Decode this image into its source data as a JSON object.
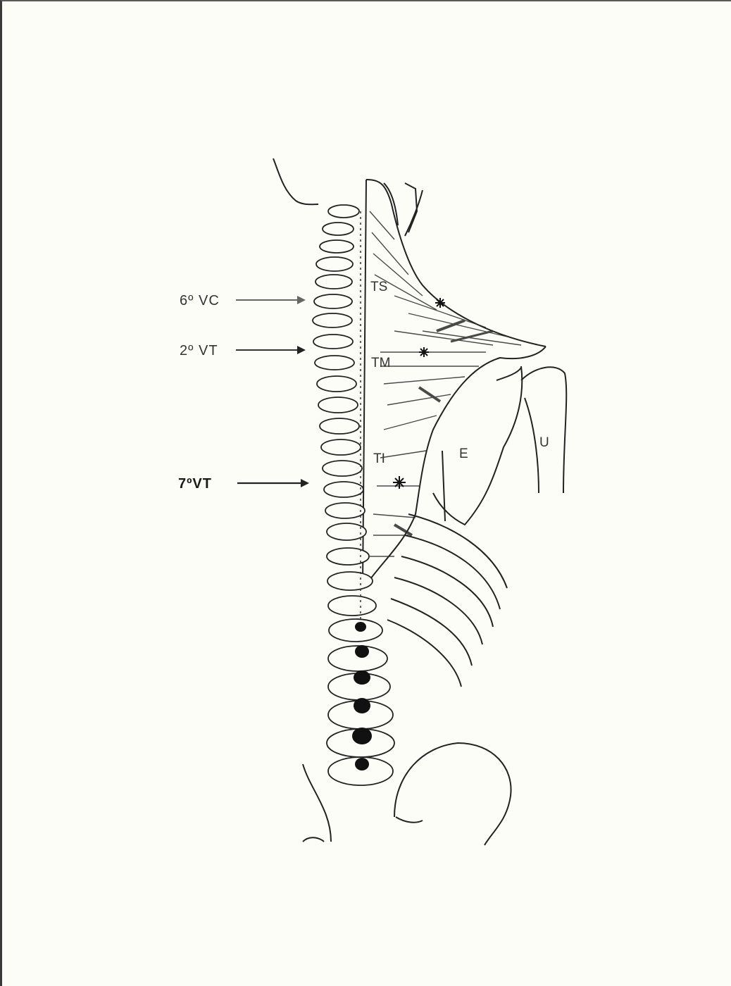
{
  "left_labels": {
    "c6": "6º VC",
    "t2": "2º VT",
    "t7": "7ºVT"
  },
  "muscle_labels": {
    "upper": "TS",
    "middle": "TM",
    "lower": "TI"
  },
  "bone_labels": {
    "scapula": "E",
    "humerus": "U"
  }
}
